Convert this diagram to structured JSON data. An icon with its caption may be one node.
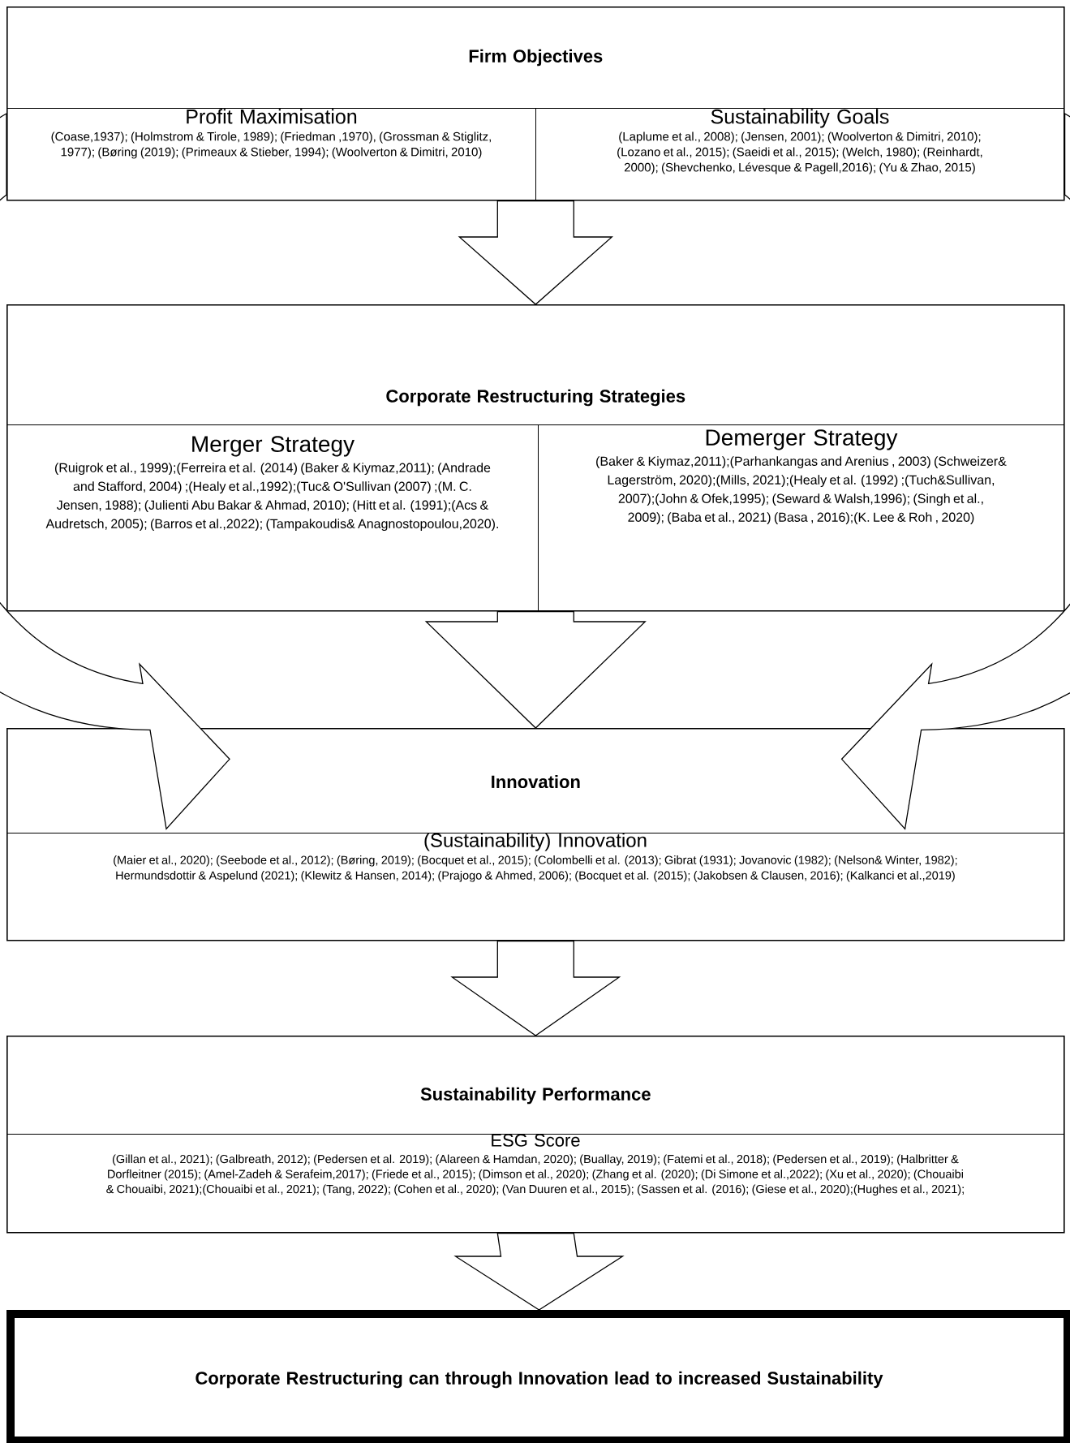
{
  "diagram": {
    "nodes": [
      {
        "text": [
          "Firm Objectives"
        ]
      },
      {
        "text": [
          "Profit Maximisation",
          "(Coase,1937); (Holmstrom & Tirole, 1989); (Friedman ,1970), (Grossman & Stiglitz, 1977); (Børing (2019); (Primeaux & Stieber, 1994); (Woolverton & Dimitri, 2010)"
        ],
        "in": 0
      },
      {
        "text": [
          "Sustainability Goals",
          "(Laplume et al., 2008); (Jensen, 2001); (Woolverton & Dimitri, 2010); (Lozano et al., 2015); (Saeidi et al., 2015); (Welch, 1980); (Reinhardt, 2000); (Shevchenko, Lévesque & Pagell,2016); (Yu & Zhao, 2015)"
        ],
        "in": 0
      },
      {
        "text": [
          "Corporate Restructuring Strategies"
        ]
      },
      {
        "text": [
          "Merger Strategy",
          "(Ruigrok et al., 1999);(Ferreira et al. (2014) (Baker & Kiymaz,2011); (Andrade and Stafford, 2004) ;(Healy et al.,1992);(Tuc& O'Sullivan (2007) ;(M. C. Jensen, 1988); (Julienti Abu Bakar & Ahmad, 2010); (Hitt et al. (1991);(Acs & Audretsch, 2005); (Barros et al.,2022); (Tampakoudis& Anagnostopoulou,2020)."
        ],
        "in": 3
      },
      {
        "text": [
          "Demerger Strategy",
          "(Baker & Kiymaz,2011);(Parhankangas and Arenius , 2003) (Schweizer& Lagerström, 2020);(Mills, 2021);(Healy et al. (1992) ;(Tuch&Sullivan, 2007);(John & Ofek,1995); (Seward & Walsh,1996); (Singh et al., 2009); (Baba et al., 2021) (Basa , 2016);(K. Lee & Roh , 2020)"
        ],
        "in": 3
      },
      {
        "text": [
          "Innovation"
        ]
      },
      {
        "text": [
          "(Sustainability) Innovation",
          "(Maier et al., 2020); (Seebode et al., 2012); (Børing, 2019); (Bocquet et al., 2015); (Colombelli et al. (2013); Gibrat (1931); Jovanovic (1982); (Nelson& Winter, 1982); Hermundsdottir & Aspelund (2021); (Klewitz & Hansen, 2014); (Prajogo & Ahmed, 2006); (Bocquet et al. (2015); (Jakobsen & Clausen, 2016); (Kalkanci et al.,2019)"
        ],
        "in": 6
      },
      {
        "text": [
          "Sustainability Performance"
        ]
      },
      {
        "text": [
          "ESG Score",
          "(Gillan et al., 2021); (Galbreath, 2012); (Pedersen et al. 2019); (Alareen & Hamdan, 2020); (Buallay, 2019); (Fatemi et al., 2018); (Pedersen et al., 2019); (Halbritter & Dorfleitner (2015); (Amel-Zadeh & Serafeim,2017); (Friede et al., 2015); (Dimson et al., 2020); (Zhang et al. (2020); (Di Simone et al.,2022); (Xu et al., 2020); (Chouaibi & Chouaibi, 2021);(Chouaibi et al., 2021); (Tang, 2022); (Cohen et al., 2020); (Van Duuren et al., 2015); (Sassen et al. (2016); (Giese et al., 2020);(Hughes et al., 2021);"
        ],
        "in": 8
      },
      {
        "text": [
          "Corporate Restructuring can through Innovation lead to increased Sustainability"
        ]
      }
    ],
    "edges": [
      {
        "from": 0,
        "to": 3,
        "arrow": "to"
      },
      {
        "from": 3,
        "to": 6,
        "arrow": "to"
      },
      {
        "from": 0,
        "to": 6,
        "arrow": "to"
      },
      {
        "from": 0,
        "to": 6,
        "arrow": "to"
      },
      {
        "from": 6,
        "to": 8,
        "arrow": "to"
      },
      {
        "from": 8,
        "to": 10,
        "arrow": "to"
      }
    ]
  }
}
